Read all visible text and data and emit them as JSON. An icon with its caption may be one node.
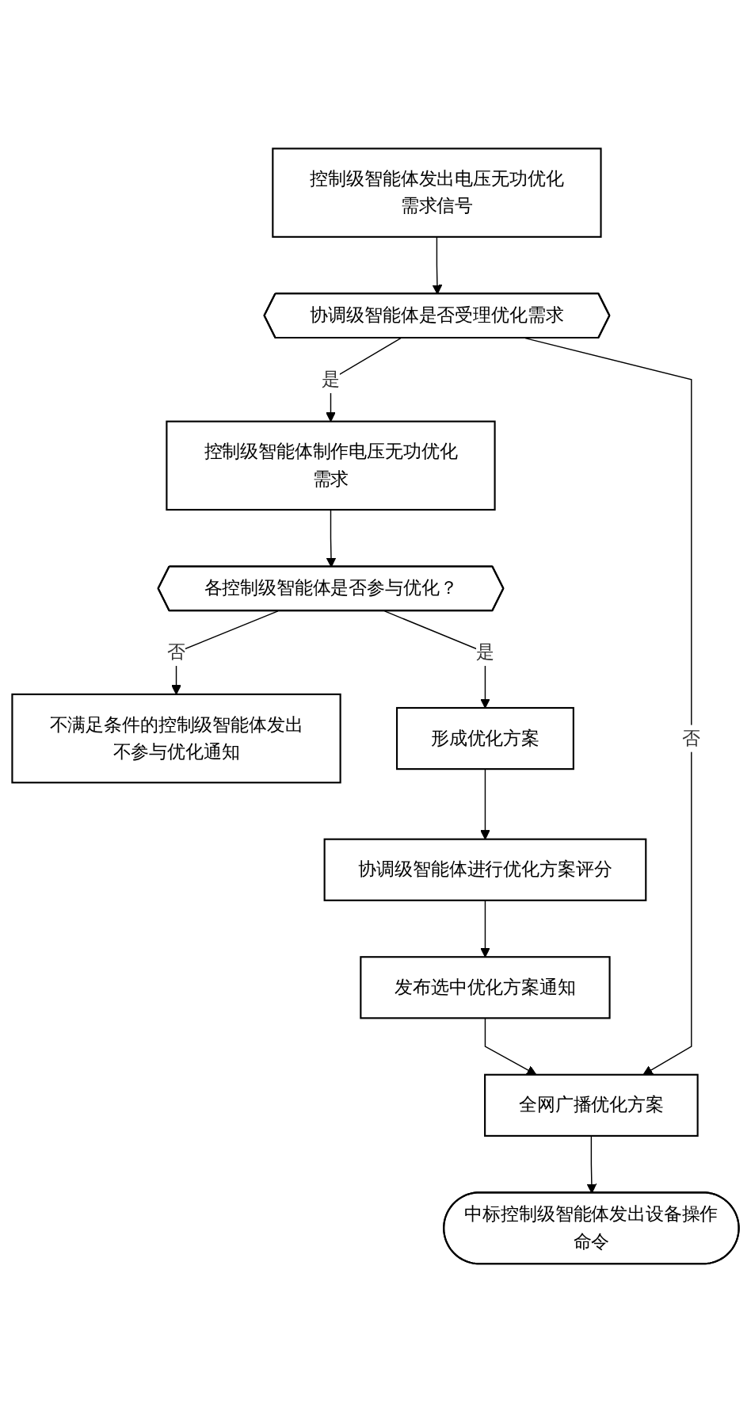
{
  "diagram": {
    "nodes": [
      {
        "text": [
          "控制级智能体发出电压无功优化需求信号"
        ]
      },
      {
        "text": [
          "协调级智能体是否受理优化需求"
        ]
      },
      {
        "text": [
          "控制级智能体制作电压无功优化需求"
        ]
      },
      {
        "text": [
          "各控制级智能体是否参与优化？"
        ]
      },
      {
        "text": [
          "不满足条件的控制级智能体发出不参与优化通知"
        ]
      },
      {
        "text": [
          "形成优化方案"
        ]
      },
      {
        "text": [
          "协调级智能体进行优化方案评分"
        ]
      },
      {
        "text": [
          "发布选中优化方案通知"
        ]
      },
      {
        "text": [
          "全网广播优化方案"
        ]
      },
      {
        "text": [
          "中标控制级智能体发出设备操作命令"
        ]
      }
    ],
    "edges": [
      {
        "from": 0,
        "to": 1,
        "arrow": "to"
      },
      {
        "from": 1,
        "to": 2,
        "arrow": "to",
        "label": "是"
      },
      {
        "from": 1,
        "to": 8,
        "arrow": "to",
        "label": "否"
      },
      {
        "from": 2,
        "to": 3,
        "arrow": "to"
      },
      {
        "from": 3,
        "to": 4,
        "arrow": "to",
        "label": "否"
      },
      {
        "from": 3,
        "to": 5,
        "arrow": "to",
        "label": "是"
      },
      {
        "from": 5,
        "to": 6,
        "arrow": "to"
      },
      {
        "from": 6,
        "to": 7,
        "arrow": "to"
      },
      {
        "from": 7,
        "to": 8,
        "arrow": "to"
      },
      {
        "from": 8,
        "to": 9,
        "arrow": "to"
      }
    ]
  }
}
